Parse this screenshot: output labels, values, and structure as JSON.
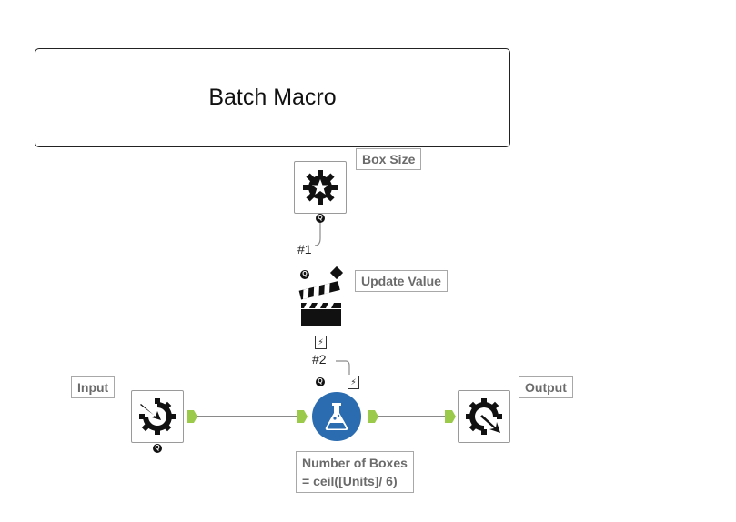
{
  "canvas": {
    "container_title": "Batch Macro",
    "labels": {
      "box_size": "Box Size",
      "update_value": "Update Value",
      "input": "Input",
      "output": "Output",
      "formula_line1": "Number of Boxes",
      "formula_line2": "= ceil([Units]/ 6)"
    },
    "anchors": {
      "one": "#1",
      "two": "#2"
    },
    "badges": {
      "q": "Q",
      "bolt": "⚡"
    },
    "colors": {
      "connector_green": "#9bc94a",
      "formula_blue": "#2b6cb0",
      "wire_gray": "#8a8a8a"
    },
    "icons": {
      "control_parameter": "gear-star-icon",
      "action": "clapperboard-icon",
      "macro_input": "gear-arrow-in-icon",
      "formula": "flask-icon",
      "macro_output": "gear-arrow-out-icon"
    }
  }
}
